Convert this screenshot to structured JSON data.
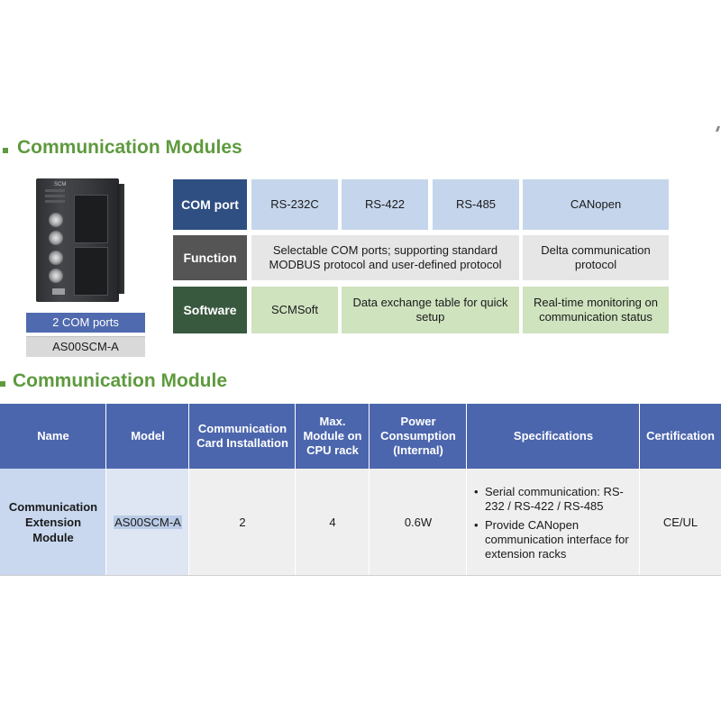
{
  "section1": {
    "title": "Communication Modules"
  },
  "device": {
    "panel_label": "SCM",
    "badge_ports": "2 COM ports",
    "badge_model": "AS00SCM-A"
  },
  "features": {
    "com_port": {
      "label": "COM port",
      "items": [
        "RS-232C",
        "RS-422",
        "RS-485",
        "CANopen"
      ]
    },
    "function": {
      "label": "Function",
      "items": [
        "Selectable COM ports; supporting standard MODBUS protocol and  user-defined protocol",
        "Delta communication protocol"
      ]
    },
    "software": {
      "label": "Software",
      "items": [
        "SCMSoft",
        "Data exchange table for quick setup",
        "Real-time monitoring on communication status"
      ]
    }
  },
  "section2": {
    "title": "Communication Module"
  },
  "table": {
    "headers": [
      "Name",
      "Model",
      "Communication Card Installation",
      "Max. Module on CPU rack",
      "Power Consumption (Internal)",
      "Specifications",
      "Certification"
    ],
    "row": {
      "name": "Communication Extension Module",
      "model": "AS00SCM-A",
      "card_installation": "2",
      "max_module": "4",
      "power": "0.6W",
      "specs": [
        "Serial communication: RS-232 / RS-422 / RS-485",
        "Provide CANopen communication interface for extension racks"
      ],
      "certification": "CE/UL"
    }
  },
  "colors": {
    "title_green": "#5e9a3e",
    "header_blue": "#4c66ad",
    "dark_blue": "#2f4f82",
    "dark_green": "#39593f"
  }
}
